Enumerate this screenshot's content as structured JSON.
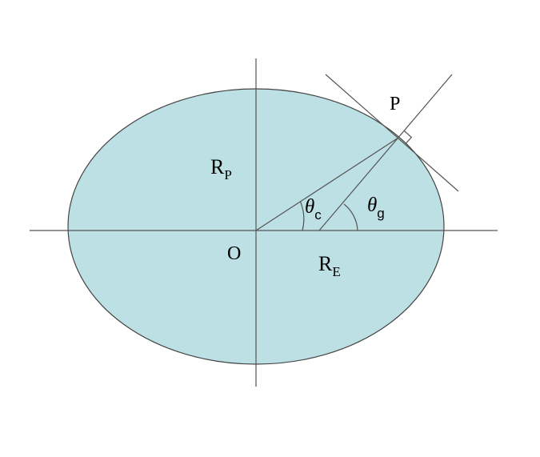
{
  "diagram": {
    "colors": {
      "ellipse_fill": "#bde0e4",
      "ellipse_stroke": "#444444",
      "line_stroke": "#555555",
      "text": "#000000"
    },
    "labels": {
      "point": "P",
      "origin": "O",
      "polar_radius_base": "R",
      "polar_radius_sub": "P",
      "equatorial_radius_base": "R",
      "equatorial_radius_sub": "E",
      "geocentric_angle_symbol": "θ",
      "geocentric_angle_sub": "c",
      "geodetic_angle_symbol": "θ",
      "geodetic_angle_sub": "g"
    }
  }
}
